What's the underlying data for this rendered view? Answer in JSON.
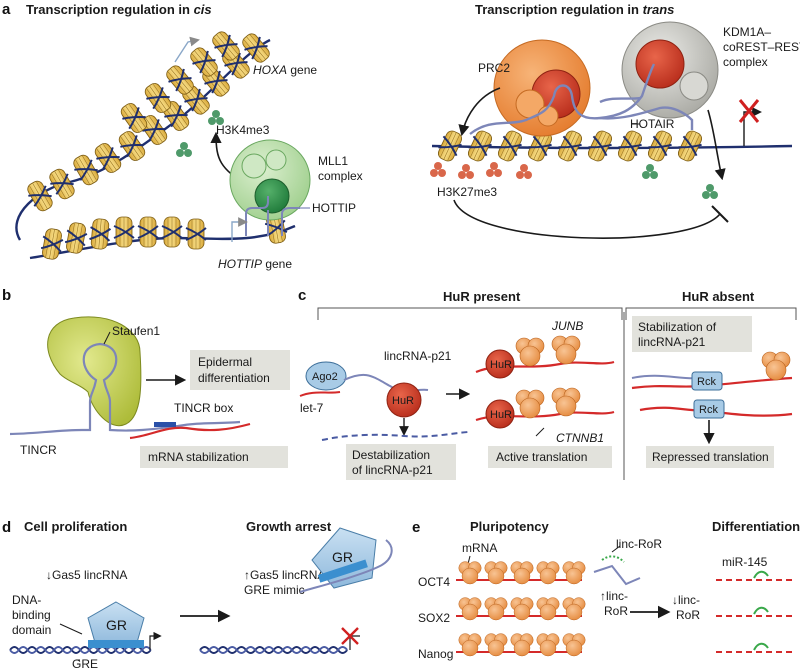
{
  "panel_a": {
    "letter": "a",
    "cis_title": "Transcription regulation in ",
    "cis_title_it": "cis",
    "trans_title": "Transcription regulation in ",
    "trans_title_it": "trans",
    "hoxa_it": "HOXA",
    "hoxa_rest": " gene",
    "h3k4me3": "H3K4me3",
    "mll1_line1": "MLL1",
    "mll1_line2": "complex",
    "hottip": "HOTTIP",
    "hottip_gene_it": "HOTTIP",
    "hottip_gene_rest": " gene",
    "prc2": "PRC2",
    "kdm_line1": "KDM1A–",
    "kdm_line2": "coREST–REST",
    "kdm_line3": "complex",
    "hotair": "HOTAIR",
    "h3k27me3": "H3K27me3"
  },
  "panel_b": {
    "letter": "b",
    "staufen": "Staufen1",
    "epi_line1": "Epidermal",
    "epi_line2": "differentiation",
    "tincr_box": "TINCR box",
    "tincr": "TINCR",
    "mrna_stab": "mRNA stabilization"
  },
  "panel_c": {
    "letter": "c",
    "hur_present": "HuR present",
    "hur_absent": "HuR absent",
    "ago2": "Ago2",
    "let7": "let-7",
    "lincrna": "lincRNA-p21",
    "hur": "HuR",
    "junb": "JUNB",
    "ctnnb1": "CTNNB1",
    "destab_line1": "Destabilization",
    "destab_line2": "of lincRNA-p21",
    "active": "Active translation",
    "stab_line1": "Stabilization of",
    "stab_line2": "lincRNA-p21",
    "rck": "Rck",
    "repressed": "Repressed translation"
  },
  "panel_d": {
    "letter": "d",
    "prolif": "Cell proliferation",
    "arrest": "Growth arrest",
    "gas5_down": "↓Gas5 lincRNA",
    "gas5_up": "↑Gas5 lincRNA",
    "gre_mimic": "GRE mimic",
    "dna_line1": "DNA-",
    "dna_line2": "binding",
    "dna_line3": "domain",
    "gr": "GR",
    "gre": "GRE"
  },
  "panel_e": {
    "letter": "e",
    "pluri": "Pluripotency",
    "diff": "Differentiation",
    "mrna": "mRNA",
    "oct4": "OCT4",
    "sox2": "SOX2",
    "nanog": "Nanog",
    "lincror": "linc-RoR",
    "up_line1": "↑linc-",
    "up_line2": "RoR",
    "down_line1": "↓linc-",
    "down_line2": "RoR",
    "mir145": "miR-145"
  },
  "colors": {
    "nucleosome": "#e8c35a",
    "dna": "#1f2f6e",
    "rna": "#7d86b8",
    "mrna": "#d42a2a",
    "green_mark": "#4f9a6a",
    "red_mark": "#d9674a",
    "prc2": "#ee9445",
    "mll1": "#b9dcaa",
    "kdm": "#c9c9c4",
    "hur": "#d74a2a",
    "ribosome": "#f0a260",
    "label_box": "#e2e2dc",
    "light_blue": "#a8cbe6",
    "staufen": "#c2cf5d"
  }
}
